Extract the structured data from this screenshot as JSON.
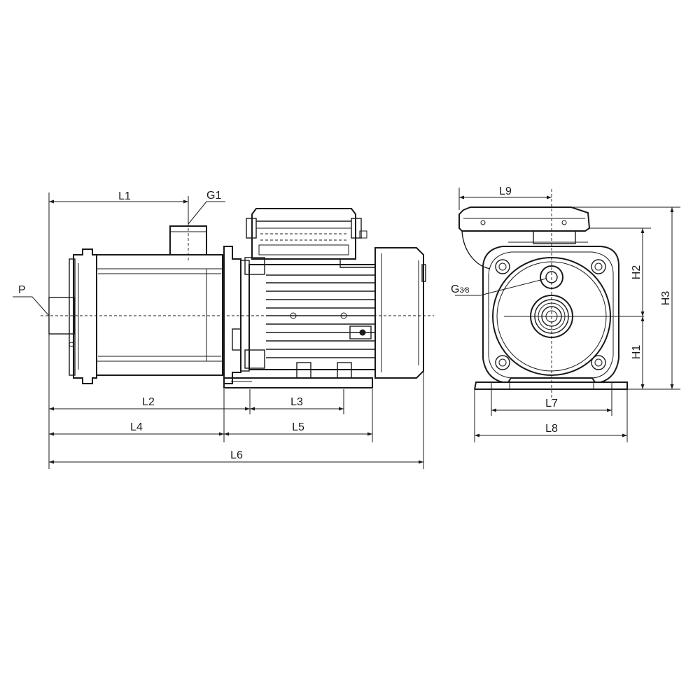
{
  "labels": {
    "L1": "L1",
    "G1": "G1",
    "P": "P",
    "L2": "L2",
    "L3": "L3",
    "L4": "L4",
    "L5": "L5",
    "L6": "L6",
    "L7": "L7",
    "L8": "L8",
    "L9": "L9",
    "H1": "H1",
    "H2": "H2",
    "H3": "H3",
    "G38_main": "G",
    "G38_frac": "3⁄8"
  },
  "colors": {
    "line": "#1a1a1a",
    "background": "#ffffff"
  }
}
